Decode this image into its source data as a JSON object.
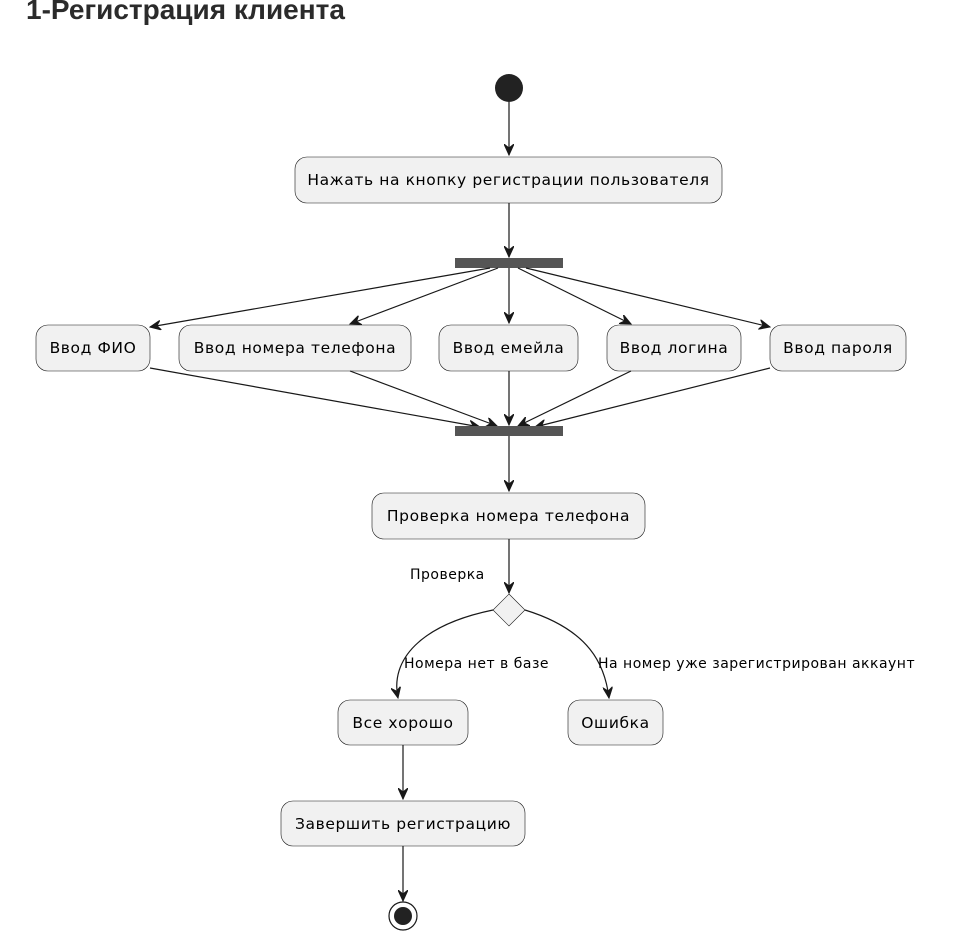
{
  "title": "1-Регистрация клиента",
  "colors": {
    "node_fill": "#F1F1F1",
    "node_stroke": "#181818",
    "bar_fill": "#555555",
    "start_fill": "#222222",
    "title_color": "#2B2B2B"
  },
  "nodes": {
    "press_button": "Нажать на кнопку регистрации пользователя",
    "enter_fio": "Ввод ФИО",
    "enter_phone": "Ввод номера телефона",
    "enter_email": "Ввод емейла",
    "enter_login": "Ввод логина",
    "enter_password": "Ввод пароля",
    "check_phone": "Проверка номера телефона",
    "all_good": "Все хорошо",
    "error": "Ошибка",
    "finish": "Завершить регистрацию"
  },
  "edge_labels": {
    "check": "Проверка",
    "not_in_base": "Номера нет в базе",
    "already_registered": "На номер уже зарегистрирован аккаунт"
  }
}
